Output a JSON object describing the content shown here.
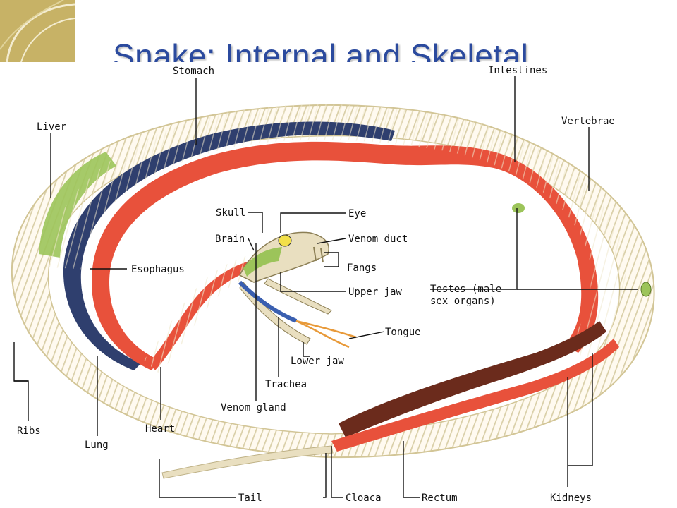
{
  "slide": {
    "title": "Snake: Internal and Skeletal"
  },
  "labels": {
    "stomach": "Stomach",
    "intestines": "Intestines",
    "liver": "Liver",
    "vertebrae": "Vertebrae",
    "skull": "Skull",
    "eye": "Eye",
    "brain": "Brain",
    "venom_duct": "Venom duct",
    "fangs": "Fangs",
    "esophagus": "Esophagus",
    "upper_jaw": "Upper jaw",
    "testes_line1": "Testes (male",
    "testes_line2": "sex organs)",
    "tongue": "Tongue",
    "lower_jaw": "Lower jaw",
    "trachea": "Trachea",
    "venom_gland": "Venom gland",
    "ribs": "Ribs",
    "lung": "Lung",
    "heart": "Heart",
    "tail": "Tail",
    "cloaca": "Cloaca",
    "rectum": "Rectum",
    "kidneys": "Kidneys"
  },
  "colors": {
    "title": "#2b4a9e",
    "stomach_red": "#e8513b",
    "lung_blue": "#2f3f6e",
    "liver_green": "#9cc45a",
    "bone": "#e9dfc0",
    "kidney_brown": "#6b2b1c",
    "logo_gold": "#c7b266"
  }
}
